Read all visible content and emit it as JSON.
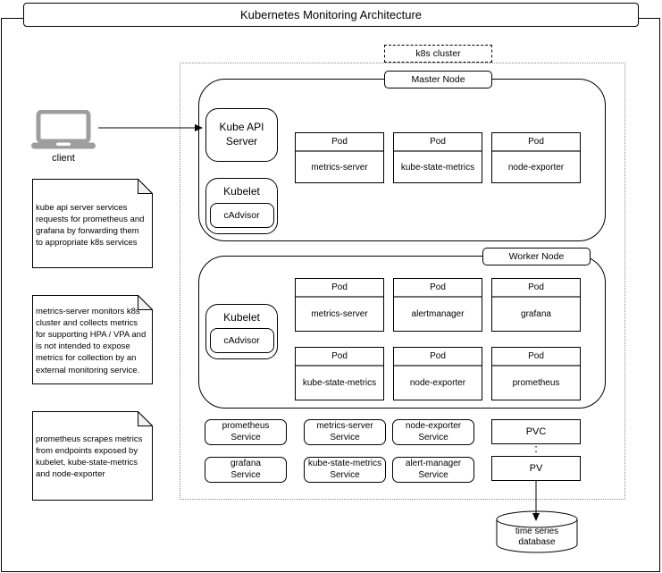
{
  "title": "Kubernetes Monitoring Architecture",
  "client": {
    "label": "client"
  },
  "cluster": {
    "label": "k8s cluster"
  },
  "master_node": {
    "label": "Master Node",
    "kube_api_server_label": "Kube API\nServer",
    "kubelet_label": "Kubelet",
    "cadvisor_label": "cAdvisor",
    "pods": [
      {
        "header": "Pod",
        "name": "metrics-server"
      },
      {
        "header": "Pod",
        "name": "kube-state-metrics"
      },
      {
        "header": "Pod",
        "name": "node-exporter"
      }
    ]
  },
  "worker_node": {
    "label": "Worker Node",
    "kubelet_label": "Kubelet",
    "cadvisor_label": "cAdvisor",
    "pods": [
      {
        "header": "Pod",
        "name": "metrics-server"
      },
      {
        "header": "Pod",
        "name": "alertmanager"
      },
      {
        "header": "Pod",
        "name": "grafana"
      },
      {
        "header": "Pod",
        "name": "kube-state-metrics"
      },
      {
        "header": "Pod",
        "name": "node-exporter"
      },
      {
        "header": "Pod",
        "name": "prometheus"
      }
    ]
  },
  "services": [
    {
      "label": "prometheus\nService"
    },
    {
      "label": "metrics-server\nService"
    },
    {
      "label": "node-exporter\nService"
    },
    {
      "label": "grafana\nService"
    },
    {
      "label": "kube-state-metrics\nService"
    },
    {
      "label": "alert-manager\nService"
    }
  ],
  "storage": {
    "pvc_label": "PVC",
    "pv_label": "PV"
  },
  "database": {
    "label": "time series\ndatabase"
  },
  "notes": [
    {
      "text": "kube api server services\nrequests for prometheus and\ngrafana by forwarding them\nto appropriate k8s services"
    },
    {
      "text": "metrics-server monitors k8s\ncluster and collects metrics\nfor supporting HPA / VPA and\nis not intended to expose\nmetrics for collection by an\nexternal monitoring service."
    },
    {
      "text": "prometheus scrapes metrics\nfrom endpoints exposed by\nkubelet, kube-state-metrics\nand node-exporter"
    }
  ],
  "colors": {
    "line": "#000000",
    "laptop_gray": "#9e9e9e",
    "boundary_dotted": "#8c8c8c",
    "note_fold": "#f2f2f2",
    "pod_divider": "#6e6e6e"
  }
}
